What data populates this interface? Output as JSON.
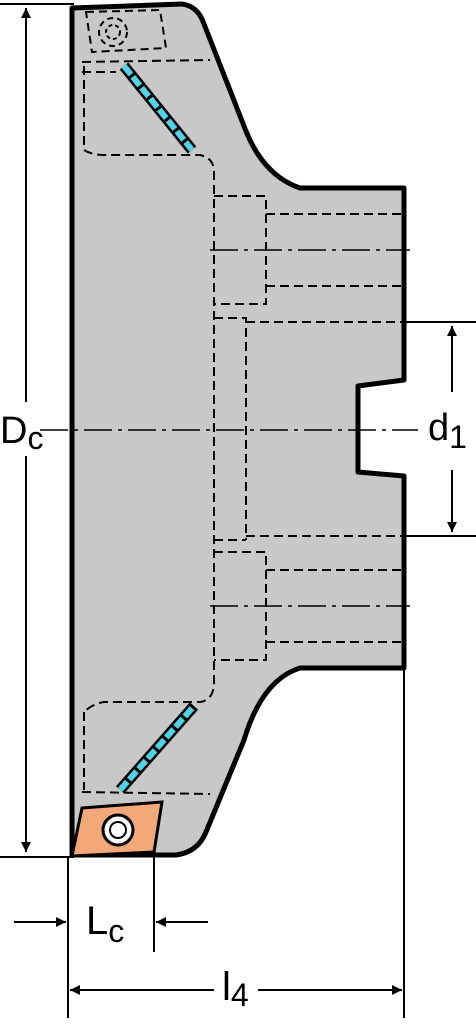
{
  "labels": {
    "dc_main": "D",
    "dc_sub": "c",
    "d1_main": "d",
    "d1_sub": "1",
    "lc_main": "L",
    "lc_sub": "c",
    "l4_main": "l",
    "l4_sub": "4"
  },
  "colors": {
    "body": "#c8c8c8",
    "outline": "#000000",
    "coolant": "#4fd3e6",
    "insert": "#f2a878"
  }
}
